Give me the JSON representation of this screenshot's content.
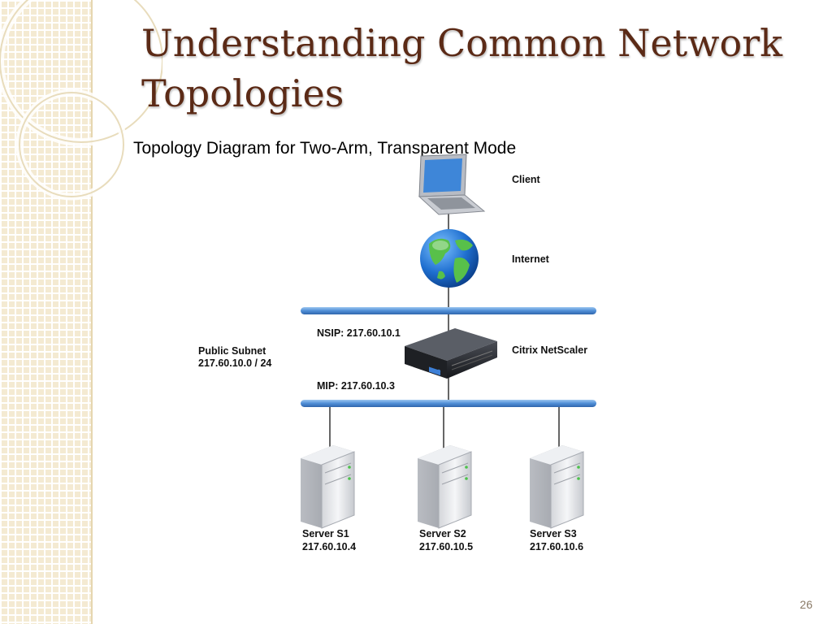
{
  "slide": {
    "title": "Understanding Common Network Topologies",
    "subtitle": "Topology Diagram for Two-Arm, Transparent Mode",
    "page_number": "26"
  },
  "diagram": {
    "client_label": "Client",
    "internet_label": "Internet",
    "nsip_label": "NSIP: 217.60.10.1",
    "netscaler_label": "Citrix NetScaler",
    "subnet_label_line1": "Public Subnet",
    "subnet_label_line2": "217.60.10.0 / 24",
    "mip_label": "MIP: 217.60.10.3",
    "servers": [
      {
        "name": "Server S1",
        "ip": "217.60.10.4"
      },
      {
        "name": "Server S2",
        "ip": "217.60.10.5"
      },
      {
        "name": "Server S3",
        "ip": "217.60.10.6"
      }
    ]
  },
  "colors": {
    "title": "#5b2a16",
    "network_bar": "#4f8ed6",
    "strip_background": "#f4ead2"
  }
}
